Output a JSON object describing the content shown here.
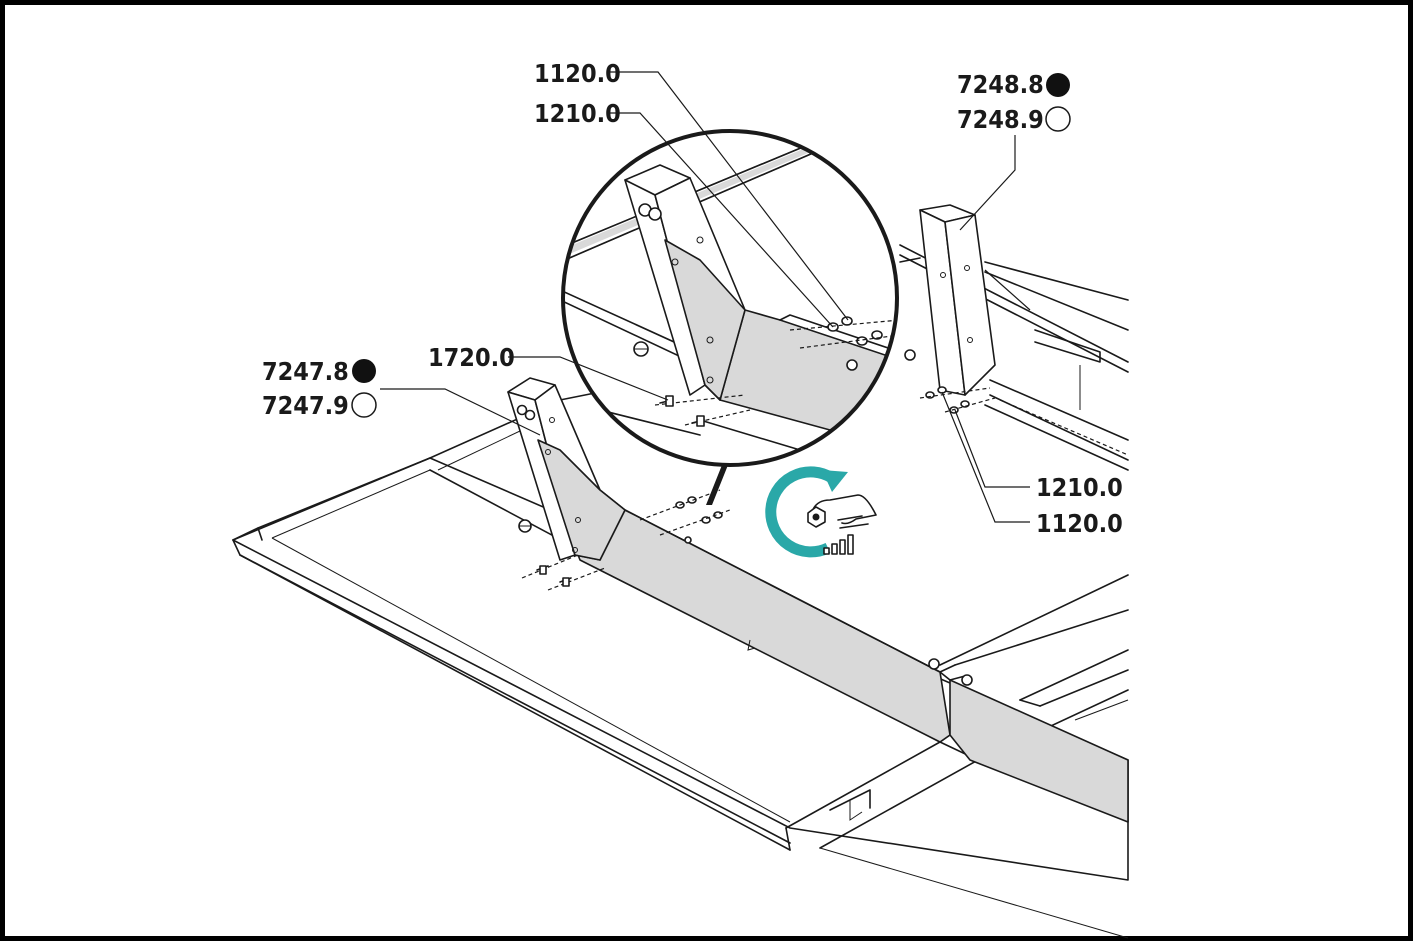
{
  "callouts": {
    "part_1120_top": "1120.0",
    "part_1210_top": "1210.0",
    "part_7248_8": "7248.8",
    "part_7248_9": "7248.9",
    "part_7247_8": "7247.8",
    "part_7247_9": "7247.9",
    "part_1720": "1720.0",
    "part_1210_right": "1210.0",
    "part_1120_right": "1120.0"
  },
  "colors": {
    "accent_teal": "#2aa8a8",
    "line": "#1a1a1a",
    "panel_grey": "#d9d9d9",
    "filled_marker": "#111111"
  },
  "icons": {
    "tighten": "tighten-bolt-torque-icon",
    "filled_marker": "filled-circle-icon",
    "open_marker": "open-circle-icon"
  }
}
